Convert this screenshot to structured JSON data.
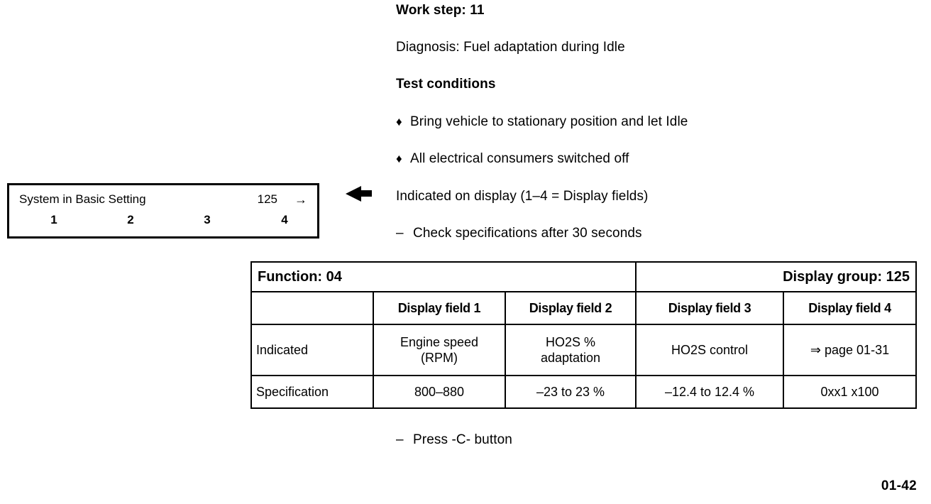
{
  "instructions": {
    "work_step": "Work step: 11",
    "diagnosis": "Diagnosis: Fuel adaptation during Idle",
    "test_conditions_heading": "Test conditions",
    "bullet_marker": "♦",
    "bullets": [
      "Bring vehicle to stationary position and let Idle",
      "All electrical consumers switched off"
    ],
    "indicated_on_display": "Indicated on display (1–4 = Display fields)",
    "dash_marker": "–",
    "check_specifications": "Check specifications after 30 seconds",
    "press_button": "Press -C- button"
  },
  "display_box": {
    "title": "System in Basic Setting",
    "group": "125",
    "arrow": "→",
    "field_numbers": [
      "1",
      "2",
      "3",
      "4"
    ]
  },
  "table": {
    "function": "Function: 04",
    "display_group": "Display group: 125",
    "column_headers": [
      "",
      "Display field 1",
      "Display field 2",
      "Display field 3",
      "Display field 4"
    ],
    "rows": [
      {
        "label": "Indicated",
        "cells": [
          "Engine speed\n(RPM)",
          "HO2S %\nadaptation",
          "HO2S control",
          "⇒ page 01-31"
        ]
      },
      {
        "label": "Specification",
        "cells": [
          "800–880",
          "–23 to 23 %",
          "–12.4 to 12.4 %",
          "0xx1 x100"
        ]
      }
    ]
  },
  "footer": {
    "page_number": "01-42"
  }
}
